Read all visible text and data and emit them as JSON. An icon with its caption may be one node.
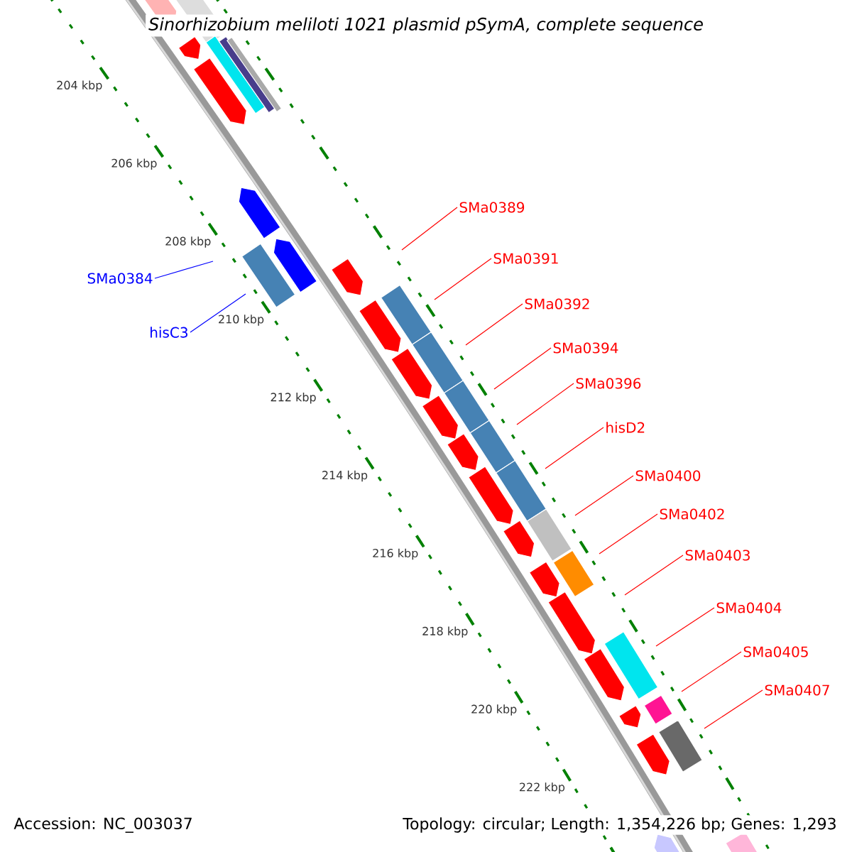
{
  "diagram": {
    "title": "Sinorhizobium meliloti 1021 plasmid pSymA, complete sequence",
    "nodes": [
      {
        "text": [
          "SMa0389"
        ]
      },
      {
        "text": [
          "SMa0391"
        ]
      },
      {
        "text": [
          "SMa0384"
        ]
      },
      {
        "text": [
          "SMa0392"
        ]
      },
      {
        "text": [
          "hisC3"
        ]
      },
      {
        "text": [
          "SMa0394"
        ]
      },
      {
        "text": [
          "SMa0396"
        ]
      },
      {
        "text": [
          "hisD2"
        ]
      },
      {
        "text": [
          "SMa0400"
        ]
      },
      {
        "text": [
          "SMa0402"
        ]
      },
      {
        "text": [
          "SMa0403"
        ]
      },
      {
        "text": [
          "SMa0404"
        ]
      },
      {
        "text": [
          "SMa0405"
        ]
      },
      {
        "text": [
          "SMa0407"
        ]
      }
    ],
    "edges": [
      {
        "from": 0,
        "to": null,
        "arrow": "none"
      },
      {
        "from": 1,
        "to": null,
        "arrow": "none"
      },
      {
        "from": 2,
        "to": null,
        "arrow": "none",
        "color": "#0000ff"
      },
      {
        "from": 3,
        "to": null,
        "arrow": "none"
      },
      {
        "from": 4,
        "to": null,
        "arrow": "none",
        "color": "#0000ff"
      },
      {
        "from": 5,
        "to": null,
        "arrow": "none"
      },
      {
        "from": 6,
        "to": null,
        "arrow": "none"
      },
      {
        "from": 7,
        "to": null,
        "arrow": "none"
      },
      {
        "from": 8,
        "to": null,
        "arrow": "none"
      },
      {
        "from": 9,
        "to": null,
        "arrow": "none"
      },
      {
        "from": 10,
        "to": null,
        "arrow": "none"
      },
      {
        "from": 11,
        "to": null,
        "arrow": "none"
      },
      {
        "from": 12,
        "to": null,
        "arrow": "none"
      },
      {
        "from": 13,
        "to": null,
        "arrow": "none"
      }
    ],
    "labels": [
      "204 kbp",
      "206 kbp",
      "208 kbp",
      "210 kbp",
      "212 kbp",
      "214 kbp",
      "216 kbp",
      "218 kbp",
      "220 kbp",
      "222 kbp",
      "Accession: NC_003037",
      "Topology: circular; Length: 1,354,226 bp; Genes: 1,293"
    ]
  }
}
